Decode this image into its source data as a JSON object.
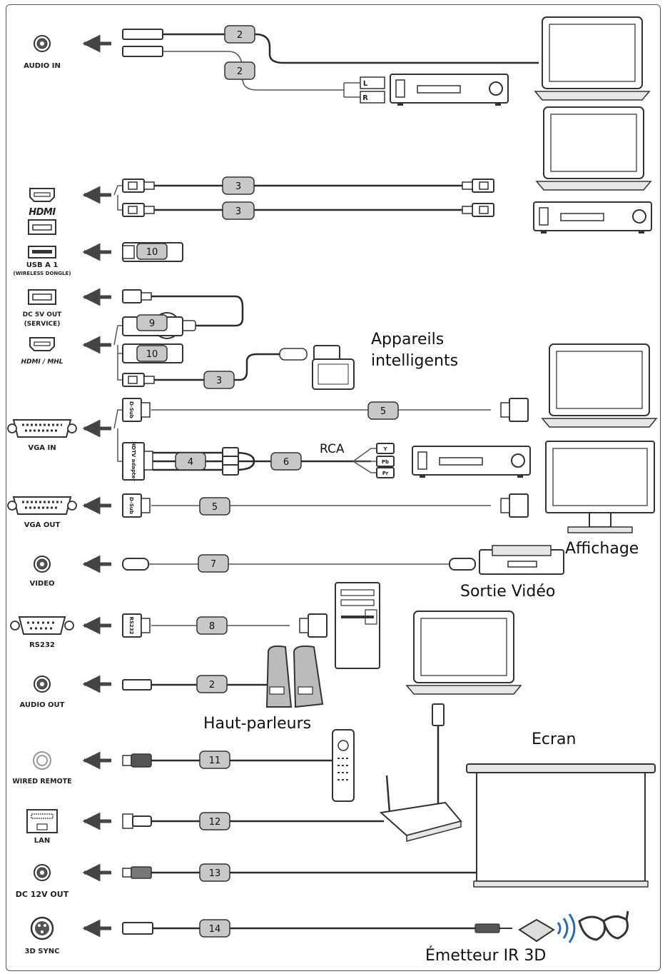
{
  "ports": {
    "audio_in": "AUDIO IN",
    "usb_a": "USB A 1",
    "usb_a_sub": "(WIRELESS DONGLE)",
    "dc5v": "DC 5V OUT",
    "dc5v_sub": "(SERVICE)",
    "hdmi_mhl": "HDMI / MHL",
    "vga_in": "VGA IN",
    "vga_out": "VGA OUT",
    "video": "VIDEO",
    "rs232": "RS232",
    "audio_out": "AUDIO OUT",
    "wired_remote": "WIRED REMOTE",
    "lan": "LAN",
    "dc12v": "DC 12V OUT",
    "sync3d": "3D SYNC"
  },
  "logo": "HDMI",
  "badges": {
    "audio1": "2",
    "audio2": "2",
    "hdmi1": "3",
    "hdmi2": "3",
    "usb": "10",
    "mhl9": "9",
    "mhl10": "10",
    "mhl3": "3",
    "vga5": "5",
    "comp4": "4",
    "comp6": "6",
    "vgaout5": "5",
    "video7": "7",
    "rs8": "8",
    "aout2": "2",
    "remote11": "11",
    "lan12": "12",
    "dc13": "13",
    "sync14": "14"
  },
  "captions": {
    "smart_line1": "Appareils",
    "smart_line2": "intelligents",
    "rca": "RCA",
    "display": "Affichage",
    "video_out": "Sortie Vidéo",
    "speakers": "Haut-parleurs",
    "screen": "Ecran",
    "ir": "Émetteur IR 3D"
  },
  "connector_marks": {
    "l": "L",
    "r": "R",
    "dsub": "D-Sub",
    "hdtv": "HDTV adapter",
    "rs232": "RS232",
    "y": "Y",
    "pb": "Pb",
    "pr": "Pr"
  },
  "colors": {
    "line": "#2a2a2a",
    "badge": "#c8c8c8",
    "frame": "#555555"
  }
}
